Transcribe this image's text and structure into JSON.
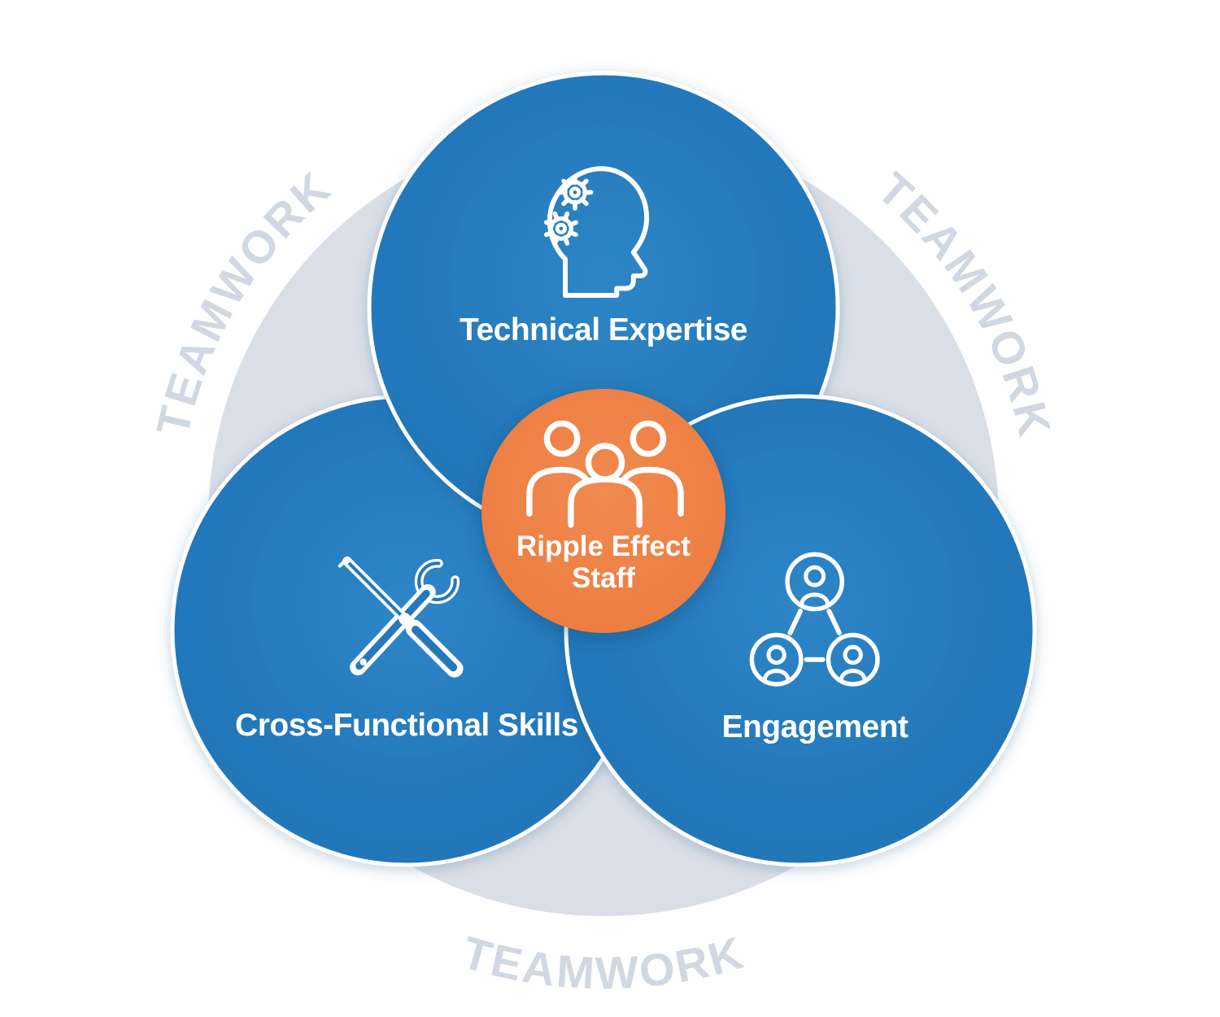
{
  "title": "Ripple Effect staff Venn diagram",
  "teamwork_labels": {
    "left": "TEAMWORK",
    "right": "TEAMWORK",
    "bottom": "TEAMWORK"
  },
  "circles": {
    "technical": {
      "label": "Technical Expertise",
      "icon": "head-with-gears-icon"
    },
    "cross_functional": {
      "label": "Cross-Functional Skills",
      "icon": "screwdriver-wrench-icon"
    },
    "engagement": {
      "label": "Engagement",
      "icon": "people-network-icon"
    }
  },
  "center": {
    "line1": "Ripple Effect",
    "line2": "Staff",
    "icon": "staff-group-icon"
  },
  "colors": {
    "blue": "#2479BB",
    "blue_edge": "#1F6FAE",
    "blue_center": "#2E86C7",
    "circle_stroke": "#FFFFFF",
    "orange": "#EF8045",
    "gray_circle": "#DADFE7",
    "teamwork_text": "#D2D8E2",
    "label_text": "#FFFFFF"
  }
}
